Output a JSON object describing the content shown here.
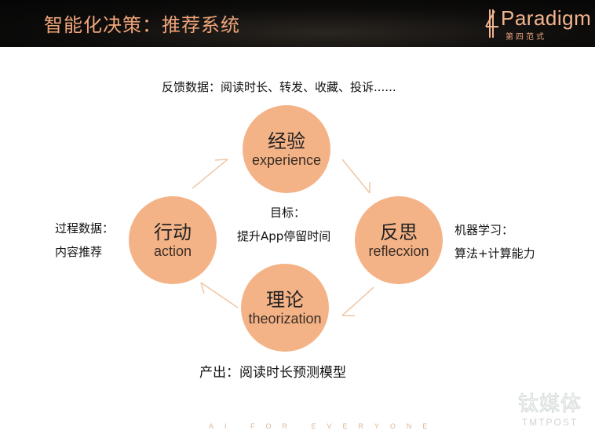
{
  "header": {
    "title": "智能化决策：推荐系统",
    "logo": {
      "brand": "Paradigm",
      "mark": "4",
      "subtitle": "第四范式"
    }
  },
  "diagram": {
    "top_caption": "反馈数据：阅读时长、转发、收藏、投诉......",
    "center": {
      "line1": "目标：",
      "line2": "提升App停留时间"
    },
    "nodes": [
      {
        "id": "experience",
        "zh": "经验",
        "en": "experience"
      },
      {
        "id": "reflection",
        "zh": "反思",
        "en": "reflecxion"
      },
      {
        "id": "theorization",
        "zh": "理论",
        "en": "theorization"
      },
      {
        "id": "action",
        "zh": "行动",
        "en": "action"
      }
    ],
    "left_note": {
      "line1": "过程数据：",
      "line2": "内容推荐"
    },
    "right_note": {
      "line1": "机器学习：",
      "line2": "算法+计算能力"
    },
    "bottom_caption": "产出：阅读时长预测模型",
    "colors": {
      "circle": "#f4b387",
      "arrow": "#efc9a9",
      "title": "#f0a57a"
    }
  },
  "footer": {
    "tagline": "AI FOR EVERYONE"
  },
  "watermark": {
    "zh": "钛媒体",
    "en": "TMTPOST"
  }
}
